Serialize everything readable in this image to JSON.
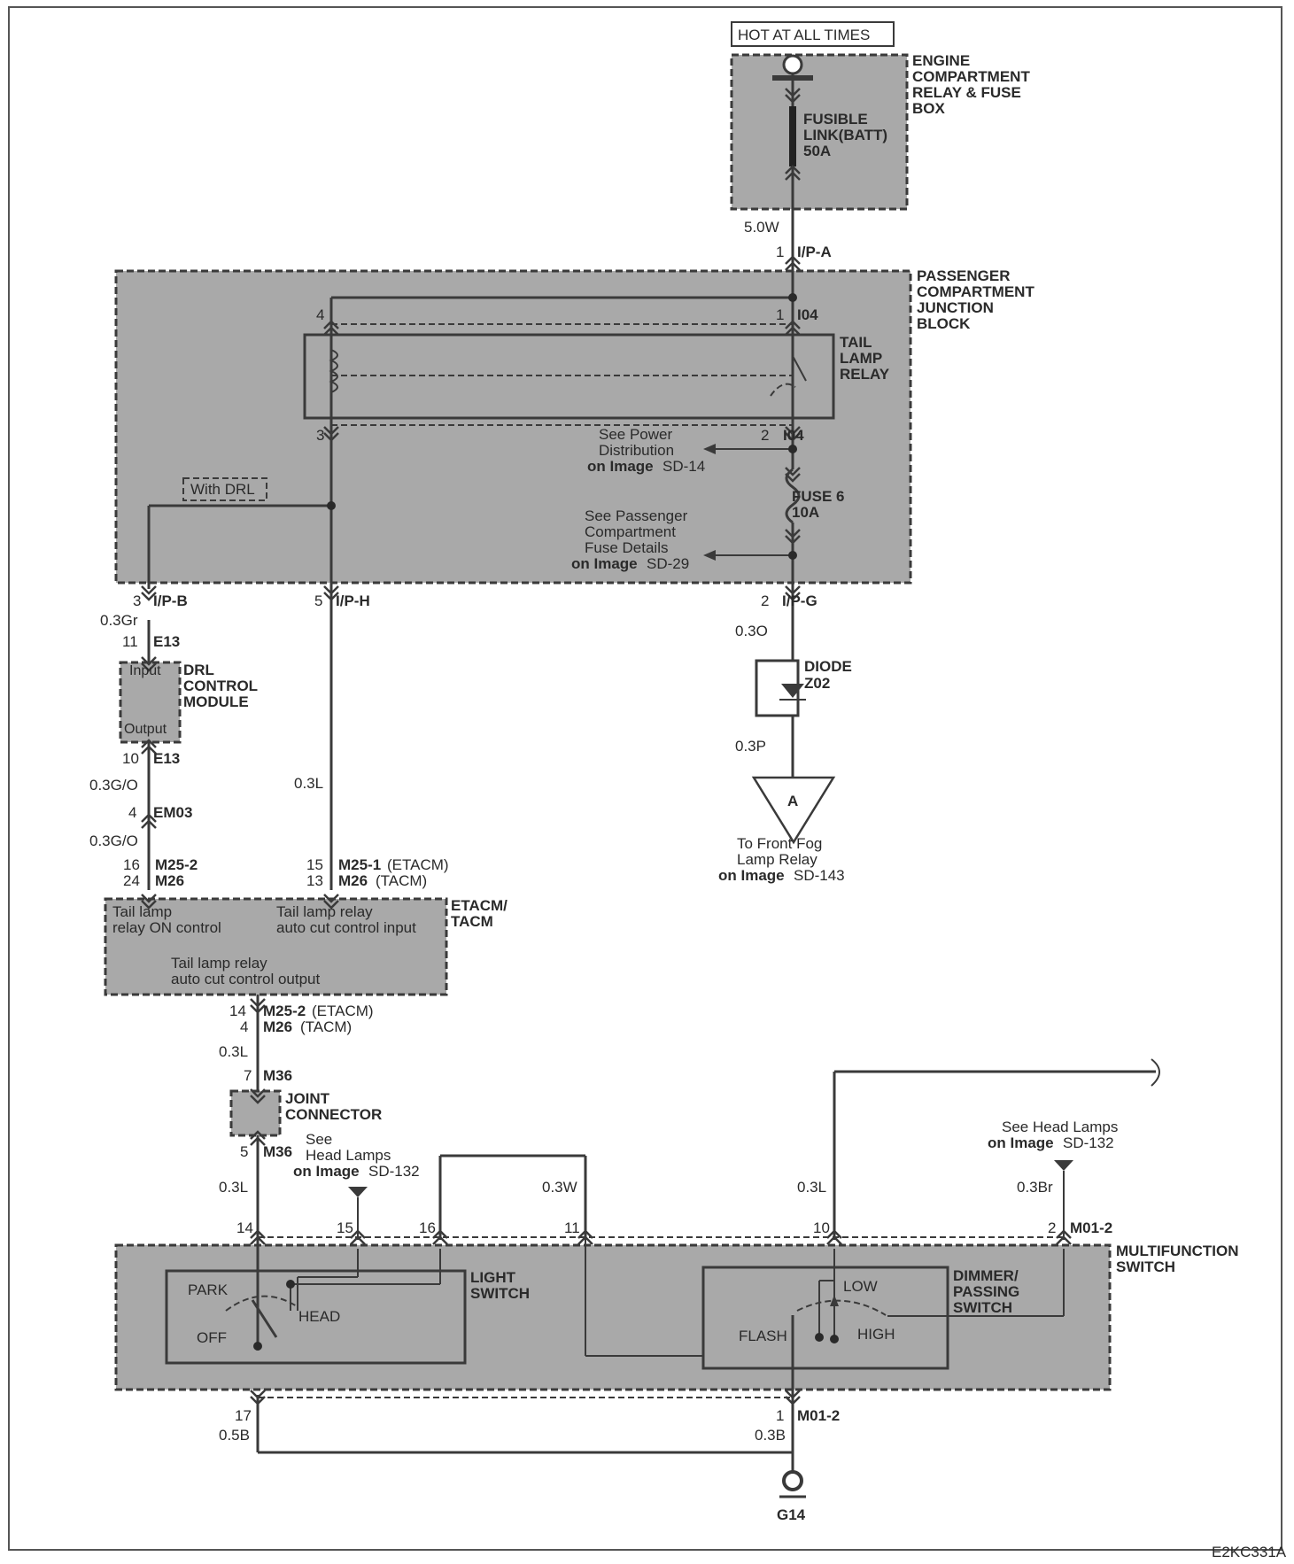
{
  "colors": {
    "module_fill": "#a9a9a9",
    "wire": "#3a3a3a",
    "background": "#ffffff"
  },
  "top": {
    "hot_label": "HOT AT ALL TIMES",
    "engine_box": [
      "ENGINE",
      "COMPARTMENT",
      "RELAY & FUSE",
      "BOX"
    ],
    "fusible": [
      "FUSIBLE",
      "LINK(BATT)",
      "50A"
    ]
  },
  "wire_a": {
    "gauge": "5.0W",
    "pin": "1",
    "conn": "I/P-A"
  },
  "junction_block": {
    "name": [
      "PASSENGER",
      "COMPARTMENT",
      "JUNCTION",
      "BLOCK"
    ],
    "relay": [
      "TAIL",
      "LAMP",
      "RELAY"
    ],
    "pin4": "4",
    "pin1": "1",
    "pin3": "3",
    "pin2": "2",
    "conn": "I04",
    "see_power": [
      "See Power",
      "Distribution"
    ],
    "see_power_ref": {
      "on": "on Image",
      "page": "SD-14"
    },
    "fuse": [
      "FUSE 6",
      "10A"
    ],
    "see_fuse": [
      "See Passenger",
      "Compartment",
      "Fuse Details"
    ],
    "see_fuse_ref": {
      "on": "on Image",
      "page": "SD-29"
    },
    "with_drl": "With DRL"
  },
  "ipb": {
    "pin": "3",
    "conn": "I/P-B",
    "gauge": "0.3Gr"
  },
  "iph": {
    "pin": "5",
    "conn": "I/P-H",
    "gauge": "0.3L"
  },
  "ipg": {
    "pin": "2",
    "conn": "I/P-G",
    "gauge_in": "0.3O",
    "gauge_out": "0.3P"
  },
  "diode": {
    "name": "DIODE",
    "id": "Z02"
  },
  "fog": {
    "symbol": "A",
    "lines": [
      "To Front Fog",
      "Lamp Relay"
    ],
    "on": "on Image",
    "page": "SD-143"
  },
  "drl": {
    "in_pin": "11",
    "in_conn": "E13",
    "input": "Input",
    "output": "Output",
    "name": [
      "DRL",
      "CONTROL",
      "MODULE"
    ],
    "out_pin": "10",
    "out_conn": "E13",
    "gauge1": "0.3G/O",
    "em_pin": "4",
    "em_conn": "EM03",
    "gauge2": "0.3G/O"
  },
  "etacm": {
    "name": [
      "ETACM/",
      "TACM"
    ],
    "l_pin1": "16",
    "l_conn1": "M25-2",
    "l_pin2": "24",
    "l_conn2": "M26",
    "r_pin1": "15",
    "r_conn1": "M25-1",
    "r_suf1": "(ETACM)",
    "r_pin2": "13",
    "r_conn2": "M26",
    "r_suf2": "(TACM)",
    "txt1": [
      "Tail lamp",
      "relay ON control"
    ],
    "txt2": [
      "Tail lamp relay",
      "auto cut control input"
    ],
    "txt3": [
      "Tail lamp relay",
      "auto cut control output"
    ],
    "o_pin1": "14",
    "o_conn1": "M25-2",
    "o_suf1": "(ETACM)",
    "o_pin2": "4",
    "o_conn2": "M26",
    "o_suf2": "(TACM)",
    "gauge": "0.3L"
  },
  "joint": {
    "pin_in": "7",
    "conn_in": "M36",
    "name": [
      "JOINT",
      "CONNECTOR"
    ],
    "pin_out": "5",
    "conn_out": "M36",
    "gauge": "0.3L"
  },
  "see_head1": {
    "lines": [
      "See",
      "Head Lamps"
    ],
    "on": "on Image",
    "page": "SD-132"
  },
  "see_head2": {
    "lines": [
      "See Head Lamps"
    ],
    "on": "on Image",
    "page": "SD-132"
  },
  "multifunction": {
    "name": [
      "MULTIFUNCTION",
      "SWITCH"
    ],
    "pins": [
      "14",
      "15",
      "16",
      "11",
      "10",
      "2"
    ],
    "conn": "M01-2",
    "gauge_w": "0.3W",
    "gauge_l": "0.3L",
    "gauge_br": "0.3Br",
    "light_switch": [
      "LIGHT",
      "SWITCH"
    ],
    "park": "PARK",
    "off": "OFF",
    "head": "HEAD",
    "dimmer": [
      "DIMMER/",
      "PASSING",
      "SWITCH"
    ],
    "low": "LOW",
    "flash": "FLASH",
    "high": "HIGH",
    "pin17": "17",
    "gauge17": "0.5B",
    "pin1": "1",
    "gauge1": "0.3B"
  },
  "ground": {
    "id": "G14"
  },
  "ref_code": "E2KC331A"
}
